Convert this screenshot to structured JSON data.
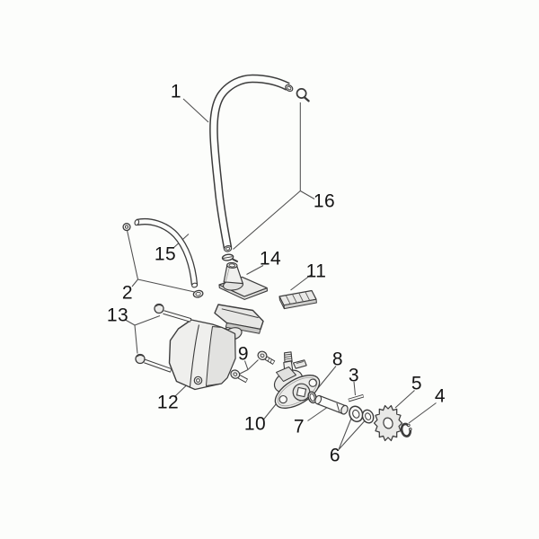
{
  "page": {
    "background": "#fcfdfb"
  },
  "diagram": {
    "line_color": "#3c3c3c",
    "leader_color": "#4f4f4f",
    "fill_light": "#ececea",
    "fill_mid": "#d9d9d7",
    "label_color": "#141414"
  },
  "callouts": [
    {
      "label": "1"
    },
    {
      "label": "2"
    },
    {
      "label": "3"
    },
    {
      "label": "4"
    },
    {
      "label": "5"
    },
    {
      "label": "6"
    },
    {
      "label": "7"
    },
    {
      "label": "8"
    },
    {
      "label": "9"
    },
    {
      "label": "10"
    },
    {
      "label": "11"
    },
    {
      "label": "12"
    },
    {
      "label": "13"
    },
    {
      "label": "14"
    },
    {
      "label": "15"
    },
    {
      "label": "16"
    }
  ]
}
